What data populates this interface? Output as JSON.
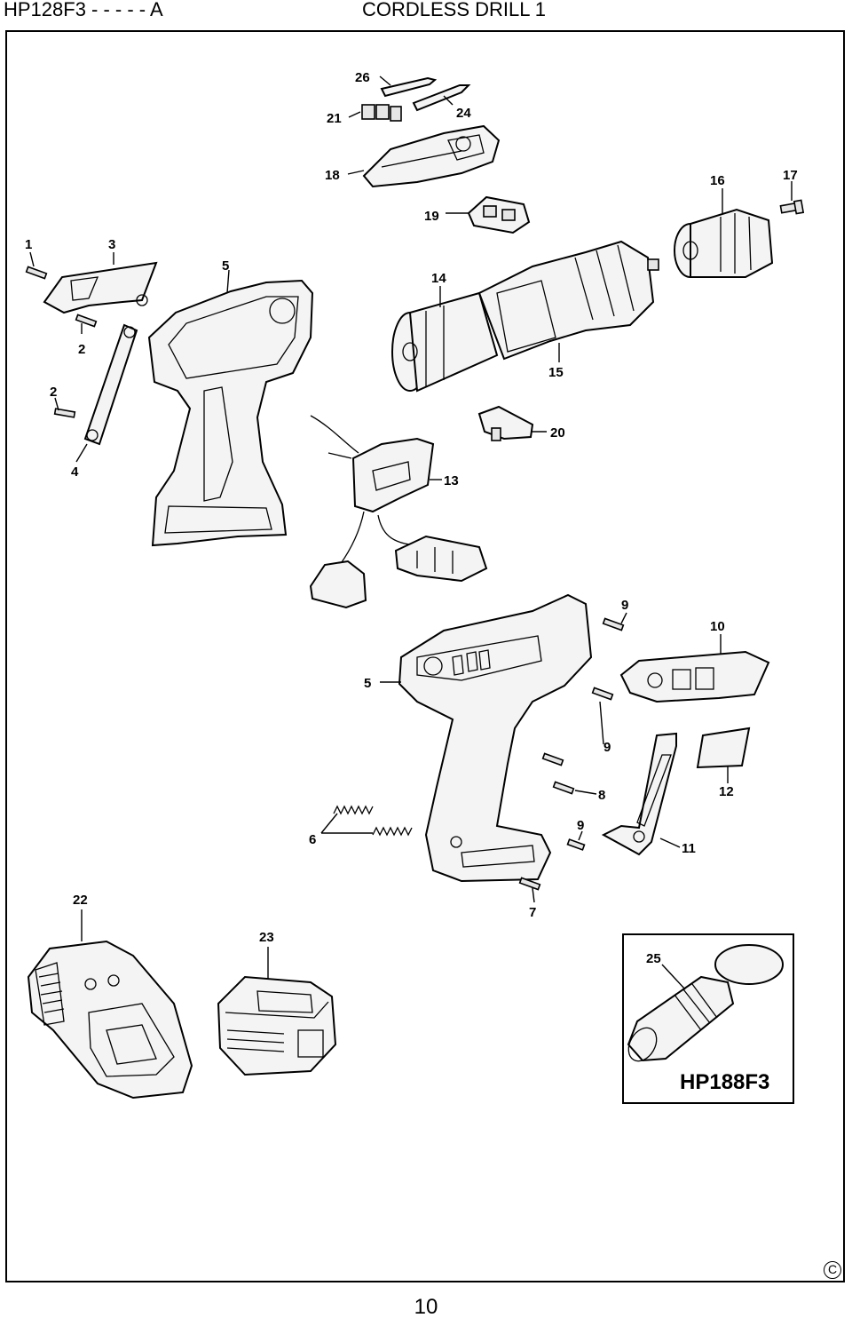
{
  "header": {
    "model_code": "HP128F3 - - - - - A",
    "title": "CORDLESS DRILL 1"
  },
  "diagram": {
    "part_labels": [
      {
        "id": "p1",
        "number": "1"
      },
      {
        "id": "p2a",
        "number": "2"
      },
      {
        "id": "p2b",
        "number": "2"
      },
      {
        "id": "p3",
        "number": "3"
      },
      {
        "id": "p4",
        "number": "4"
      },
      {
        "id": "p5a",
        "number": "5"
      },
      {
        "id": "p5b",
        "number": "5"
      },
      {
        "id": "p6",
        "number": "6"
      },
      {
        "id": "p7",
        "number": "7"
      },
      {
        "id": "p8",
        "number": "8"
      },
      {
        "id": "p9a",
        "number": "9"
      },
      {
        "id": "p9b",
        "number": "9"
      },
      {
        "id": "p9c",
        "number": "9"
      },
      {
        "id": "p10",
        "number": "10"
      },
      {
        "id": "p11",
        "number": "11"
      },
      {
        "id": "p12",
        "number": "12"
      },
      {
        "id": "p13",
        "number": "13"
      },
      {
        "id": "p14",
        "number": "14"
      },
      {
        "id": "p15",
        "number": "15"
      },
      {
        "id": "p16",
        "number": "16"
      },
      {
        "id": "p17",
        "number": "17"
      },
      {
        "id": "p18",
        "number": "18"
      },
      {
        "id": "p19",
        "number": "19"
      },
      {
        "id": "p20",
        "number": "20"
      },
      {
        "id": "p21",
        "number": "21"
      },
      {
        "id": "p22",
        "number": "22"
      },
      {
        "id": "p23",
        "number": "23"
      },
      {
        "id": "p24",
        "number": "24"
      },
      {
        "id": "p25",
        "number": "25"
      },
      {
        "id": "p26",
        "number": "26"
      }
    ],
    "inset_model": "HP188F3"
  },
  "footer": {
    "copyright_symbol": "C",
    "page_number": "10"
  }
}
